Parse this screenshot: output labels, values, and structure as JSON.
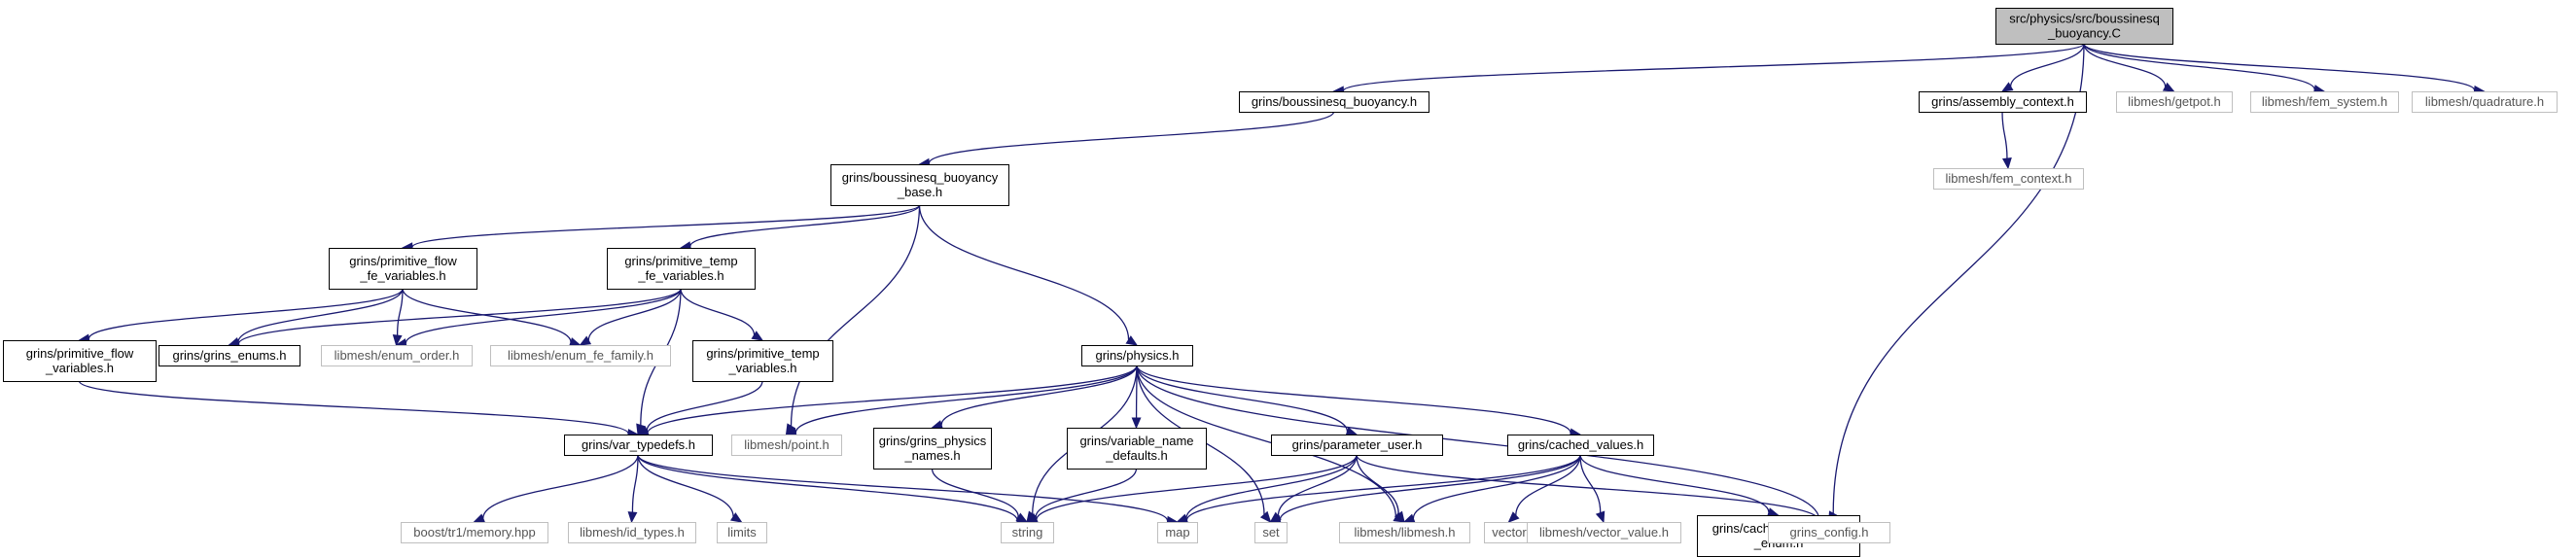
{
  "graph": {
    "nodes": [
      {
        "id": "root",
        "lines": [
          "src/physics/src/boussinesq",
          "_buoyancy.C"
        ],
        "kind": "root"
      },
      {
        "id": "bb_h",
        "lines": [
          "grins/boussinesq_buoyancy.h"
        ],
        "kind": "local"
      },
      {
        "id": "assembly",
        "lines": [
          "grins/assembly_context.h"
        ],
        "kind": "local"
      },
      {
        "id": "getpot",
        "lines": [
          "libmesh/getpot.h"
        ],
        "kind": "ext"
      },
      {
        "id": "fem_system",
        "lines": [
          "libmesh/fem_system.h"
        ],
        "kind": "ext"
      },
      {
        "id": "quadrature",
        "lines": [
          "libmesh/quadrature.h"
        ],
        "kind": "ext"
      },
      {
        "id": "fem_context",
        "lines": [
          "libmesh/fem_context.h"
        ],
        "kind": "ext"
      },
      {
        "id": "bb_base",
        "lines": [
          "grins/boussinesq_buoyancy",
          "_base.h"
        ],
        "kind": "local"
      },
      {
        "id": "pf_fe",
        "lines": [
          "grins/primitive_flow",
          "_fe_variables.h"
        ],
        "kind": "local"
      },
      {
        "id": "pt_fe",
        "lines": [
          "grins/primitive_temp",
          "_fe_variables.h"
        ],
        "kind": "local"
      },
      {
        "id": "pf_var",
        "lines": [
          "grins/primitive_flow",
          "_variables.h"
        ],
        "kind": "local"
      },
      {
        "id": "enums",
        "lines": [
          "grins/grins_enums.h"
        ],
        "kind": "local"
      },
      {
        "id": "enum_order",
        "lines": [
          "libmesh/enum_order.h"
        ],
        "kind": "ext"
      },
      {
        "id": "enum_fe_family",
        "lines": [
          "libmesh/enum_fe_family.h"
        ],
        "kind": "ext"
      },
      {
        "id": "pt_var",
        "lines": [
          "grins/primitive_temp",
          "_variables.h"
        ],
        "kind": "local"
      },
      {
        "id": "physics",
        "lines": [
          "grins/physics.h"
        ],
        "kind": "local"
      },
      {
        "id": "var_typedefs",
        "lines": [
          "grins/var_typedefs.h"
        ],
        "kind": "local"
      },
      {
        "id": "point",
        "lines": [
          "libmesh/point.h"
        ],
        "kind": "ext"
      },
      {
        "id": "phys_names",
        "lines": [
          "grins/grins_physics",
          "_names.h"
        ],
        "kind": "local"
      },
      {
        "id": "var_name_defaults",
        "lines": [
          "grins/variable_name",
          "_defaults.h"
        ],
        "kind": "local"
      },
      {
        "id": "param_user",
        "lines": [
          "grins/parameter_user.h"
        ],
        "kind": "local"
      },
      {
        "id": "cached_values",
        "lines": [
          "grins/cached_values.h"
        ],
        "kind": "local"
      },
      {
        "id": "memory",
        "lines": [
          "boost/tr1/memory.hpp"
        ],
        "kind": "ext"
      },
      {
        "id": "id_types",
        "lines": [
          "libmesh/id_types.h"
        ],
        "kind": "ext"
      },
      {
        "id": "limits",
        "lines": [
          "limits"
        ],
        "kind": "ext"
      },
      {
        "id": "string",
        "lines": [
          "string"
        ],
        "kind": "ext"
      },
      {
        "id": "map",
        "lines": [
          "map"
        ],
        "kind": "ext"
      },
      {
        "id": "set",
        "lines": [
          "set"
        ],
        "kind": "ext"
      },
      {
        "id": "libmesh",
        "lines": [
          "libmesh/libmesh.h"
        ],
        "kind": "ext"
      },
      {
        "id": "vector",
        "lines": [
          "vector"
        ],
        "kind": "ext"
      },
      {
        "id": "vector_value",
        "lines": [
          "libmesh/vector_value.h"
        ],
        "kind": "ext"
      },
      {
        "id": "cq_enum",
        "lines": [
          "grins/cached_quantities",
          "_enum.h"
        ],
        "kind": "local"
      },
      {
        "id": "grins_config",
        "lines": [
          "grins_config.h"
        ],
        "kind": "ext"
      }
    ],
    "edges": [
      [
        "root",
        "bb_h"
      ],
      [
        "root",
        "assembly"
      ],
      [
        "root",
        "getpot"
      ],
      [
        "root",
        "fem_system"
      ],
      [
        "root",
        "quadrature"
      ],
      [
        "root",
        "grins_config"
      ],
      [
        "assembly",
        "fem_context"
      ],
      [
        "bb_h",
        "bb_base"
      ],
      [
        "bb_base",
        "pf_fe"
      ],
      [
        "bb_base",
        "pt_fe"
      ],
      [
        "bb_base",
        "point"
      ],
      [
        "bb_base",
        "physics"
      ],
      [
        "pf_fe",
        "pf_var"
      ],
      [
        "pf_fe",
        "enums"
      ],
      [
        "pf_fe",
        "enum_order"
      ],
      [
        "pf_fe",
        "enum_fe_family"
      ],
      [
        "pt_fe",
        "enums"
      ],
      [
        "pt_fe",
        "enum_order"
      ],
      [
        "pt_fe",
        "enum_fe_family"
      ],
      [
        "pt_fe",
        "pt_var"
      ],
      [
        "pt_fe",
        "var_typedefs"
      ],
      [
        "pf_var",
        "var_typedefs"
      ],
      [
        "pt_var",
        "var_typedefs"
      ],
      [
        "physics",
        "var_typedefs"
      ],
      [
        "physics",
        "point"
      ],
      [
        "physics",
        "phys_names"
      ],
      [
        "physics",
        "var_name_defaults"
      ],
      [
        "physics",
        "string"
      ],
      [
        "physics",
        "param_user"
      ],
      [
        "physics",
        "set"
      ],
      [
        "physics",
        "libmesh"
      ],
      [
        "physics",
        "cached_values"
      ],
      [
        "physics",
        "grins_config"
      ],
      [
        "var_typedefs",
        "memory"
      ],
      [
        "var_typedefs",
        "id_types"
      ],
      [
        "var_typedefs",
        "limits"
      ],
      [
        "var_typedefs",
        "string"
      ],
      [
        "var_typedefs",
        "map"
      ],
      [
        "phys_names",
        "string"
      ],
      [
        "var_name_defaults",
        "string"
      ],
      [
        "param_user",
        "string"
      ],
      [
        "param_user",
        "map"
      ],
      [
        "param_user",
        "set"
      ],
      [
        "param_user",
        "libmesh"
      ],
      [
        "param_user",
        "grins_config"
      ],
      [
        "cached_values",
        "map"
      ],
      [
        "cached_values",
        "set"
      ],
      [
        "cached_values",
        "libmesh"
      ],
      [
        "cached_values",
        "vector"
      ],
      [
        "cached_values",
        "vector_value"
      ],
      [
        "cached_values",
        "cq_enum"
      ]
    ]
  },
  "colors": {
    "edge": "#191970",
    "root_fill": "#bfbfbf",
    "border_local": "#000000",
    "border_external": "#bfbfbf"
  }
}
